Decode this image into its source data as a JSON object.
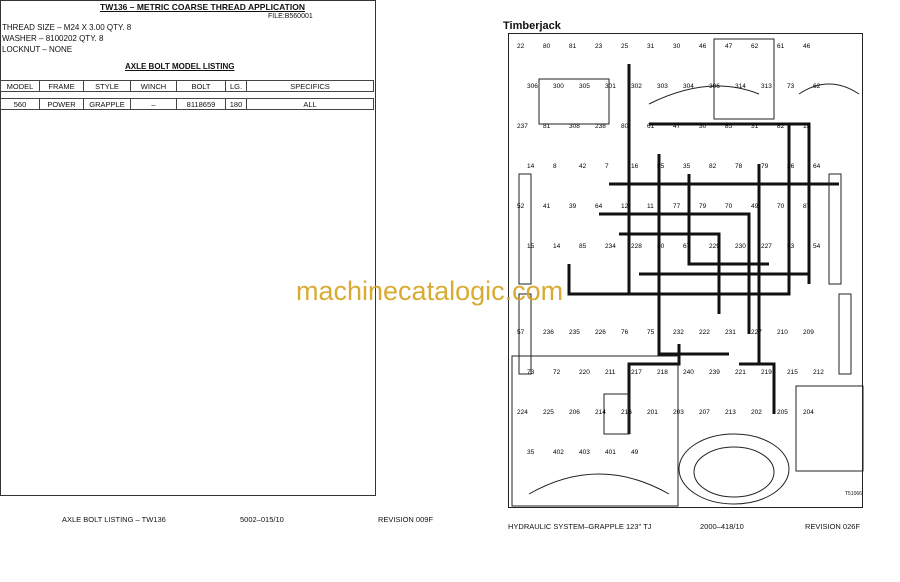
{
  "left_page": {
    "title": "TW136 – METRIC COARSE THREAD APPLICATION",
    "file": "FILE:B560001",
    "thread_size": "THREAD SIZE – M24 X 3.00 QTY. 8",
    "washer": "WASHER – 8100202 QTY. 8",
    "locknut": "LOCKNUT – NONE",
    "listing_title": "AXLE BOLT MODEL LISTING",
    "table": {
      "headers": [
        "MODEL",
        "FRAME",
        "STYLE",
        "WINCH",
        "BOLT",
        "LG.",
        "SPECIFICS"
      ],
      "rows": [
        [
          "560",
          "POWER",
          "GRAPPLE",
          "–",
          "8118659",
          "180",
          "ALL"
        ]
      ]
    },
    "footer": {
      "left": "AXLE BOLT LISTING – TW136",
      "center": "5002–015/10",
      "right": "REVISION 009F"
    }
  },
  "right_page": {
    "brand": "Timberjack",
    "figure_id": "T51066",
    "part_labels": [
      "22",
      "80",
      "81",
      "23",
      "25",
      "31",
      "30",
      "46",
      "47",
      "62",
      "61",
      "46",
      "306",
      "300",
      "305",
      "301",
      "302",
      "303",
      "304",
      "306",
      "314",
      "313",
      "73",
      "62",
      "237",
      "81",
      "308",
      "238",
      "80",
      "61",
      "47",
      "30",
      "85",
      "31",
      "82",
      "15",
      "14",
      "8",
      "42",
      "7",
      "16",
      "85",
      "35",
      "82",
      "78",
      "79",
      "36",
      "64",
      "52",
      "41",
      "39",
      "64",
      "12",
      "11",
      "77",
      "79",
      "70",
      "49",
      "70",
      "87",
      "15",
      "14",
      "85",
      "234",
      "228",
      "50",
      "67",
      "229",
      "230",
      "227",
      "53",
      "54",
      "57",
      "236",
      "235",
      "226",
      "76",
      "75",
      "232",
      "222",
      "231",
      "227",
      "210",
      "209",
      "73",
      "72",
      "220",
      "211",
      "217",
      "218",
      "240",
      "239",
      "221",
      "219",
      "215",
      "212",
      "224",
      "225",
      "206",
      "214",
      "216",
      "201",
      "203",
      "207",
      "213",
      "202",
      "205",
      "204",
      "35",
      "402",
      "403",
      "401",
      "49"
    ],
    "footer": {
      "left": "HYDRAULIC SYSTEM–GRAPPLE 123\" TJ",
      "center": "2000–418/10",
      "right": "REVISION 026F"
    }
  },
  "watermark": "machinecatalogic.com"
}
